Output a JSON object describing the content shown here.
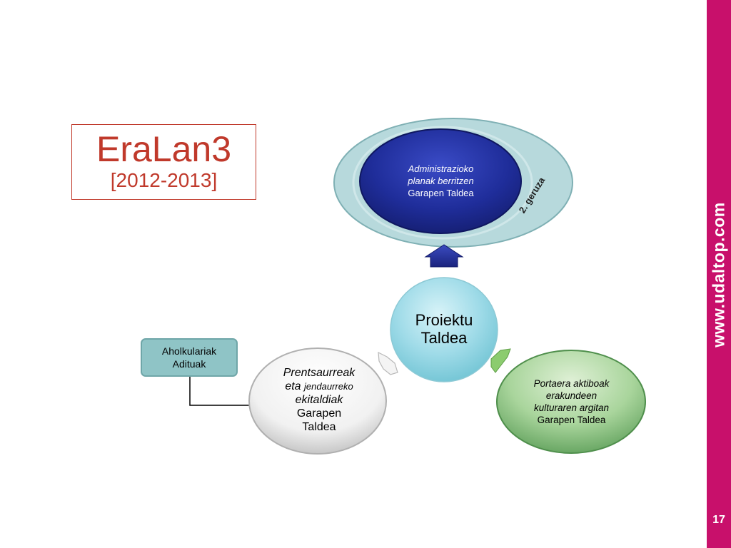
{
  "title": {
    "main": "EraLan3",
    "years": "[2012-2013]"
  },
  "sidebar": {
    "url": "www.udaltop.com",
    "page_number": "17"
  },
  "layer_label": "2. geruza",
  "center": {
    "line1": "Proiektu",
    "line2": "Taldea"
  },
  "top_node": {
    "line1": "Administrazioko",
    "line2": "planak berritzen",
    "line3": "Garapen Taldea"
  },
  "right_node": {
    "line1": "Portaera aktiboak",
    "line2": "erakundeen",
    "line3": "kulturaren argitan",
    "line4": "Garapen Taldea"
  },
  "left_node": {
    "line1": "Prentsaurreak",
    "line2a": "eta",
    "line2b": "jendaurreko",
    "line3": "ekitaldiak",
    "line4": "Garapen",
    "line5": "Taldea"
  },
  "advisors": {
    "line1": "Aholkulariak",
    "line2": "Adituak"
  },
  "colors": {
    "sidebar": "#c8106b",
    "title": "#c0392b",
    "top_node": "#1e2a90",
    "right_node": "#6fae6f",
    "center": "#8fd3e0",
    "layer_ring": "#b7d9dc"
  }
}
